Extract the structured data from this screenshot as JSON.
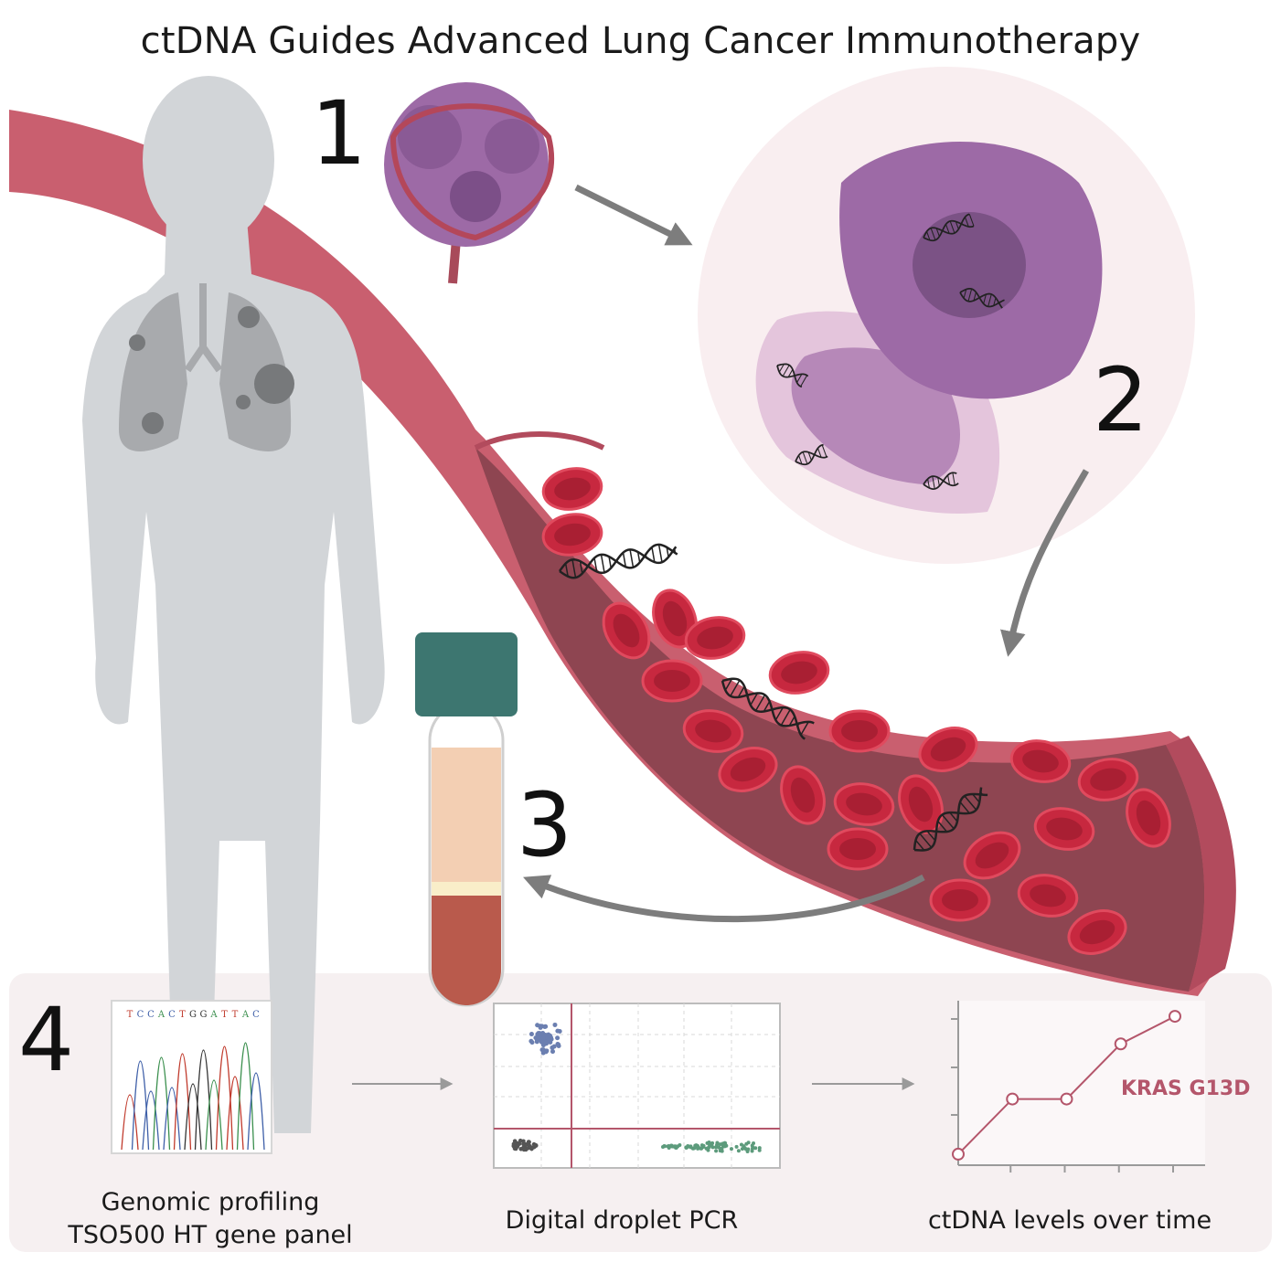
{
  "title": "ctDNA Guides Advanced Lung Cancer Immunotherapy",
  "steps": [
    "1",
    "2",
    "3",
    "4"
  ],
  "workflow": {
    "genomic_profiling": {
      "caption_line1": "Genomic profiling",
      "caption_line2": "TSO500 HT gene panel",
      "sequence": [
        "T",
        "C",
        "C",
        "A",
        "C",
        "T",
        "G",
        "G",
        "A",
        "T",
        "T",
        "A",
        "C"
      ]
    },
    "ddpcr": {
      "caption": "Digital droplet PCR"
    },
    "ctdna_levels": {
      "caption": "ctDNA levels over time",
      "series_label": "KRAS G13D",
      "values": [
        1,
        2,
        2,
        3,
        3.5
      ]
    }
  },
  "colors": {
    "vessel": "#c95f6f",
    "vessel_inner": "#8e4551",
    "rbc": "#c7283f",
    "tumor": "#9d6aa6",
    "silhouette": "#d2d5d8",
    "tube_cap": "#3d7670",
    "plasma": "#f3cfb3",
    "blood": "#b95a4c",
    "arrow": "#7d7d7d",
    "accent": "#b4566b",
    "panel_bg": "#f6f0f1"
  },
  "icons": [
    "human-silhouette-icon",
    "lungs-icon",
    "tumor-icon",
    "blood-vessel-icon",
    "cell-icon",
    "dna-icon",
    "blood-tube-icon",
    "arrow-icon"
  ]
}
